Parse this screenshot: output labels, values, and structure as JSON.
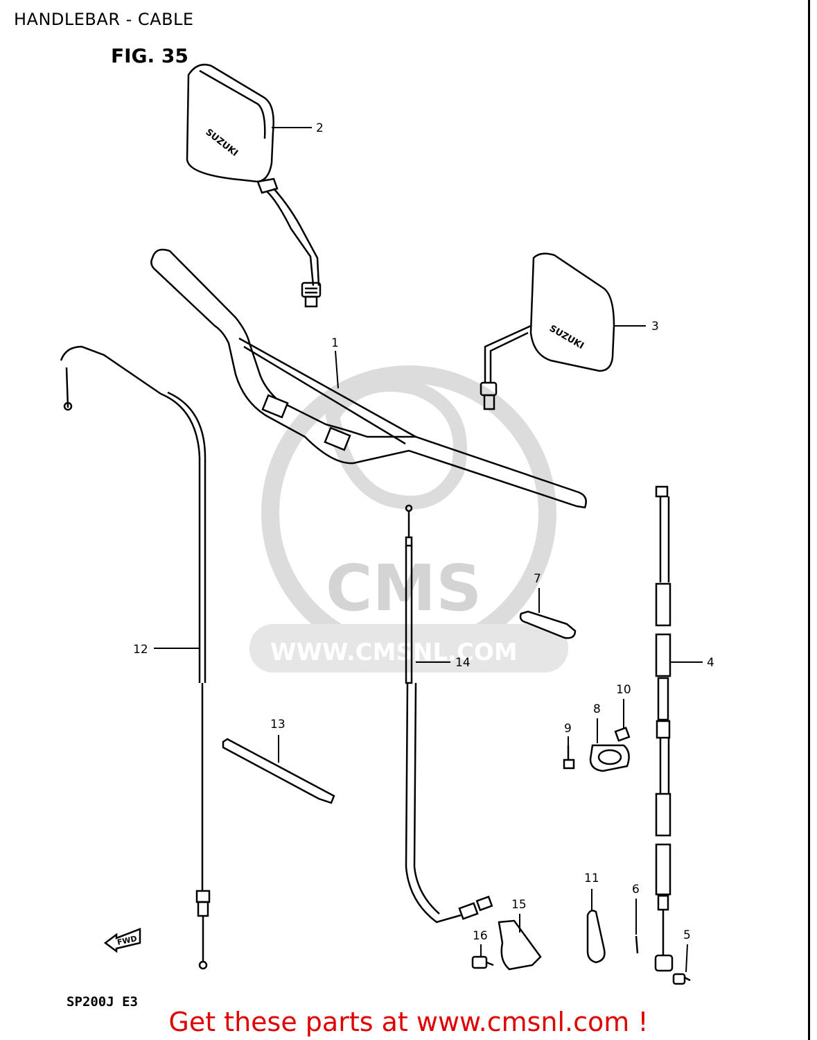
{
  "header": {
    "title": "HANDLEBAR - CABLE"
  },
  "figure": {
    "label": "FIG. 35",
    "model_code": "SP200J  E3"
  },
  "watermark": {
    "logo_text": "CMS",
    "url_text": "WWW.CMSNL.COM"
  },
  "brand_marks": [
    "SUZUKI",
    "SUZUKI"
  ],
  "parts": [
    {
      "id": "part-1",
      "number": "1"
    },
    {
      "id": "part-2",
      "number": "2"
    },
    {
      "id": "part-3",
      "number": "3"
    },
    {
      "id": "part-4",
      "number": "4"
    },
    {
      "id": "part-5",
      "number": "5"
    },
    {
      "id": "part-6",
      "number": "6"
    },
    {
      "id": "part-7",
      "number": "7"
    },
    {
      "id": "part-8",
      "number": "8"
    },
    {
      "id": "part-9",
      "number": "9"
    },
    {
      "id": "part-10",
      "number": "10"
    },
    {
      "id": "part-11",
      "number": "11"
    },
    {
      "id": "part-12",
      "number": "12"
    },
    {
      "id": "part-13",
      "number": "13"
    },
    {
      "id": "part-14",
      "number": "14"
    },
    {
      "id": "part-15",
      "number": "15"
    },
    {
      "id": "part-16",
      "number": "16"
    }
  ],
  "direction_marker": {
    "text": "FWD"
  },
  "footer": {
    "link_text": "Get these parts at www.cmsnl.com !"
  },
  "colors": {
    "footer_link": "#e00000",
    "watermark": "#d4d4d4",
    "line": "#000000"
  }
}
